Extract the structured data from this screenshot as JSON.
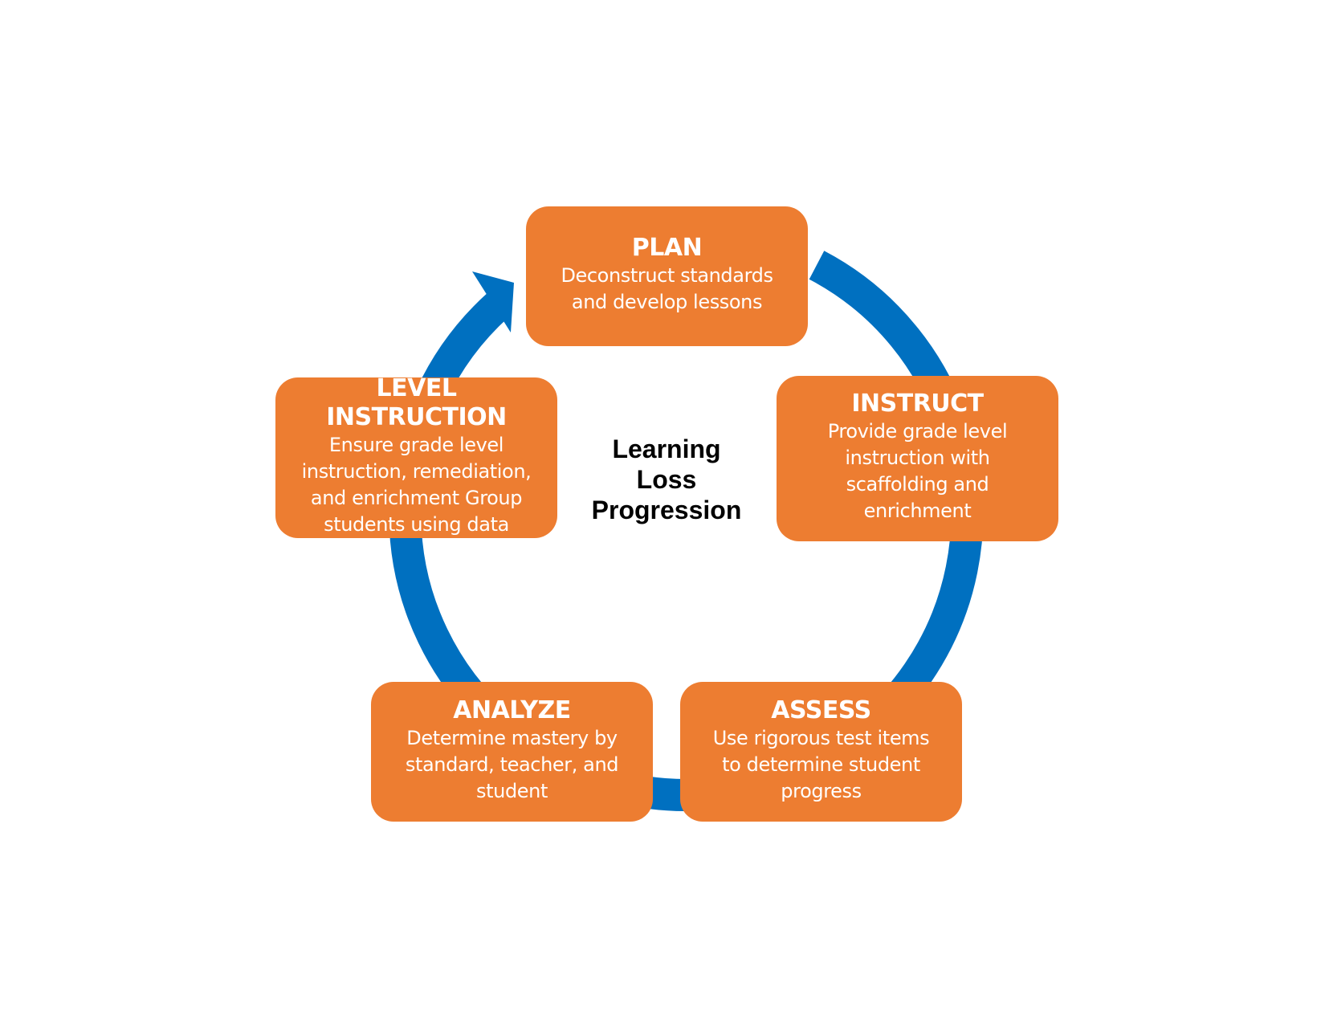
{
  "colors": {
    "box_fill": "#ED7D31",
    "box_text": "#FFFFFF",
    "arrow": "#0070C0",
    "center_text": "#000000"
  },
  "center_label": [
    "Learning",
    "Loss",
    "Progression"
  ],
  "steps": [
    {
      "title": "PLAN",
      "description": [
        "Deconstruct standards",
        "and develop lessons"
      ]
    },
    {
      "title": "INSTRUCT",
      "description": [
        "Provide grade level",
        "instruction with",
        "scaffolding and",
        "enrichment"
      ]
    },
    {
      "title": "ASSESS",
      "description": [
        "Use rigorous test items",
        "to determine student",
        "progress"
      ]
    },
    {
      "title": "ANALYZE",
      "description": [
        "Determine mastery by",
        "standard, teacher, and",
        "student"
      ]
    },
    {
      "title": "LEVEL INSTRUCTION",
      "description": [
        "Ensure grade level",
        "instruction, remediation,",
        "and enrichment Group",
        "students using data"
      ]
    }
  ]
}
